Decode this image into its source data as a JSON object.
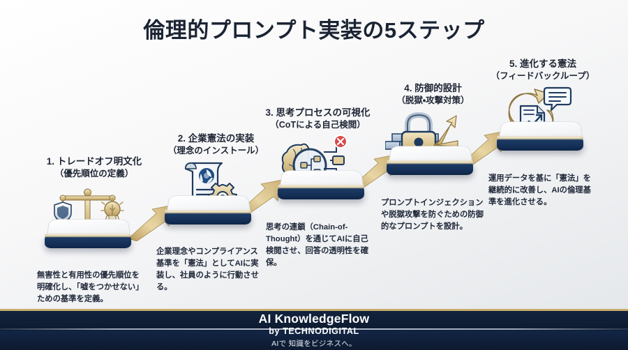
{
  "title": "倫理的プロンプト実装の5ステップ",
  "theme": {
    "background_top": "#ffffff",
    "background_bottom": "#e3e6ea",
    "title_color": "#1b2433",
    "platform_navy": "#16325a",
    "platform_gold": "#cdb987",
    "arrow_gold": "#d8bd7d",
    "footer_navy": "#0e1b31",
    "footer_gold_border": "#c9ad6a",
    "accent_red": "#d94a4a",
    "accent_green": "#2fa36b",
    "accent_blue": "#1f4e85"
  },
  "steps": [
    {
      "number": "1.",
      "heading": "トレードオフ明文化",
      "subheading": "（優先順位の定義）",
      "description": "無害性と有用性の優先順位を明確化し、「嘘をつかせない」ための基準を定義。",
      "icon": "balance-scale-shield-lightbulb-icon"
    },
    {
      "number": "2.",
      "heading": "企業憲法の実装",
      "subheading": "（理念のインストール）",
      "description": "企業理念やコンプライアンス基準を「憲法」としてAIに実装し、社員のように行動させる。",
      "icon": "scroll-document-gear-icon"
    },
    {
      "number": "3.",
      "heading": "思考プロセスの可視化",
      "subheading": "（CoTによる自己検閲）",
      "description": "思考の連鎖（Chain-of-Thought）を通じてAIに自己検閲させ、回答の透明性を確保。",
      "icon": "brain-magnifier-flowchart-icon"
    },
    {
      "number": "4.",
      "heading": "防御的設計",
      "subheading": "（脱獄・攻撃対策）",
      "description": "プロンプトインジェクションや脱獄攻撃を防ぐための防御的なプロンプトを設計。",
      "icon": "padlock-firewall-shield-icon"
    },
    {
      "number": "5.",
      "heading": "進化する憲法",
      "subheading": "（フィードバックループ）",
      "description": "運用データを基に「憲法」を継続的に改善し、AIの倫理基準を進化させる。",
      "icon": "feedback-loop-chart-icon"
    }
  ],
  "footer": {
    "brand": "AI KnowledgeFlow",
    "byline": "by TECHNODIGITAL",
    "tagline": "AIで 知識をビジネスへ。"
  }
}
